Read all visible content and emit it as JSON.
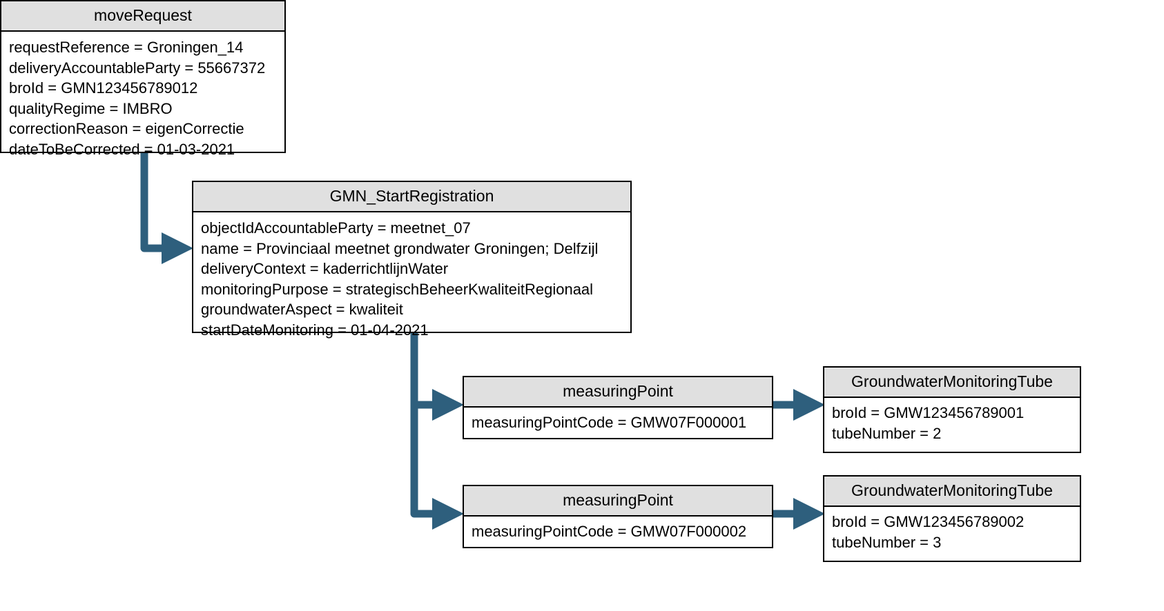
{
  "diagram": {
    "type": "object-diagram",
    "accent_color": "#2e5f7d",
    "header_fill": "#e0e0e0",
    "border_color": "#000000",
    "background": "#ffffff"
  },
  "nodes": {
    "move_request": {
      "title": "moveRequest",
      "attributes": [
        "requestReference = Groningen_14",
        "deliveryAccountableParty = 55667372",
        "broId = GMN123456789012",
        "qualityRegime = IMBRO",
        "correctionReason = eigenCorrectie",
        "dateToBeCorrected = 01-03-2021"
      ]
    },
    "gmn_start_registration": {
      "title": "GMN_StartRegistration",
      "attributes": [
        "objectIdAccountableParty = meetnet_07",
        "name = Provinciaal meetnet grondwater Groningen; Delfzijl",
        "deliveryContext = kaderrichtlijnWater",
        "monitoringPurpose = strategischBeheerKwaliteitRegionaal",
        "groundwaterAspect = kwaliteit",
        "startDateMonitoring = 01-04-2021"
      ]
    },
    "measuring_point_1": {
      "title": "measuringPoint",
      "attributes": [
        "measuringPointCode = GMW07F000001"
      ]
    },
    "measuring_point_2": {
      "title": "measuringPoint",
      "attributes": [
        "measuringPointCode = GMW07F000002"
      ]
    },
    "tube_1": {
      "title": "GroundwaterMonitoringTube",
      "attributes": [
        "broId = GMW123456789001",
        "tubeNumber = 2"
      ]
    },
    "tube_2": {
      "title": "GroundwaterMonitoringTube",
      "attributes": [
        "broId = GMW123456789002",
        "tubeNumber = 3"
      ]
    }
  },
  "connectors": [
    {
      "name": "moverequest-to-startregistration",
      "from": "move_request",
      "to": "gmn_start_registration",
      "style": "elbow-arrow"
    },
    {
      "name": "startregistration-to-measuringpoint-1",
      "from": "gmn_start_registration",
      "to": "measuring_point_1",
      "style": "elbow-arrow"
    },
    {
      "name": "startregistration-to-measuringpoint-2",
      "from": "gmn_start_registration",
      "to": "measuring_point_2",
      "style": "elbow-arrow"
    },
    {
      "name": "measuringpoint-1-to-tube-1",
      "from": "measuring_point_1",
      "to": "tube_1",
      "style": "straight-arrow"
    },
    {
      "name": "measuringpoint-2-to-tube-2",
      "from": "measuring_point_2",
      "to": "tube_2",
      "style": "straight-arrow"
    }
  ]
}
